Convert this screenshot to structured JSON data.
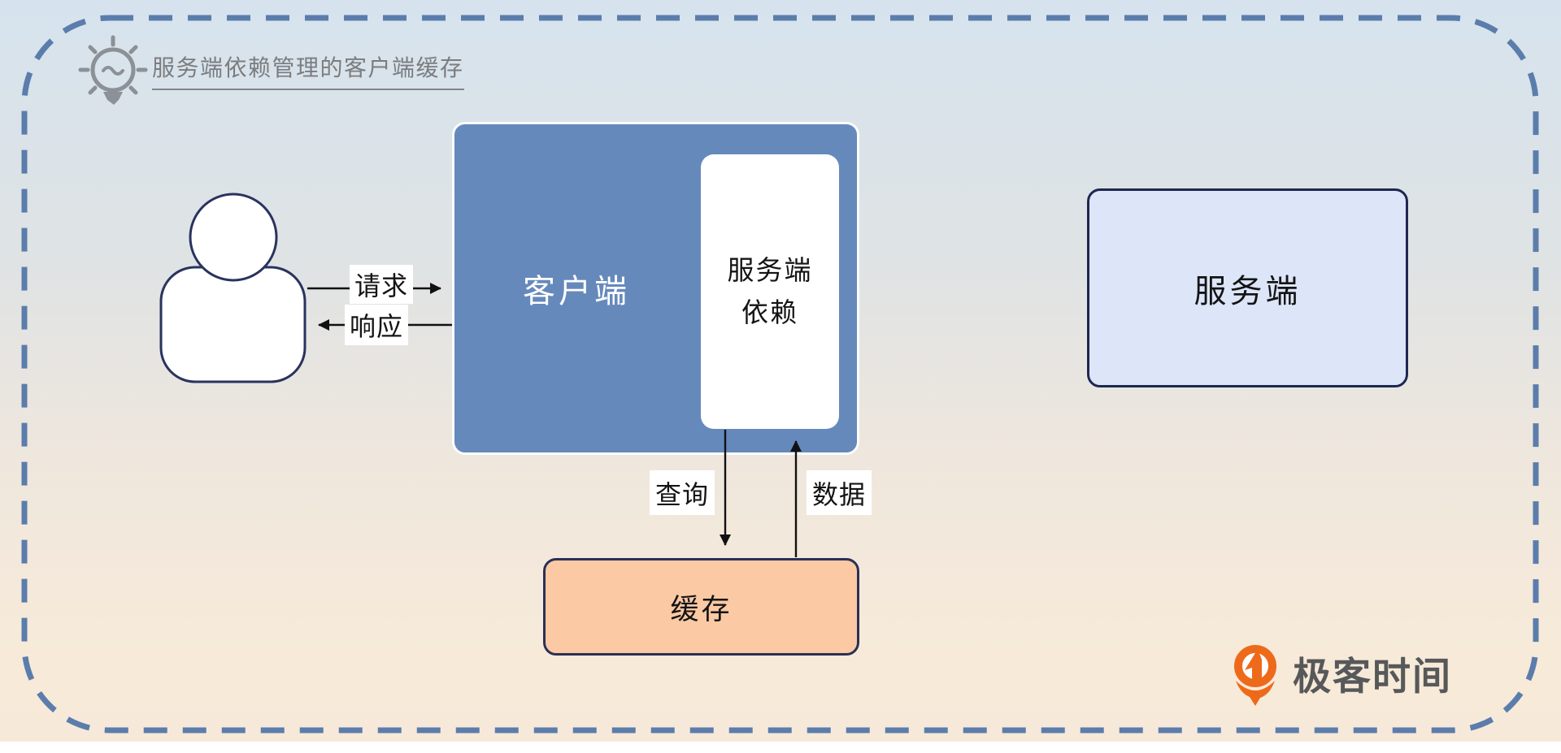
{
  "header": {
    "title": "服务端依赖管理的客户端缓存",
    "icon": "lightbulb-icon"
  },
  "nodes": {
    "client": {
      "label": "客户端",
      "fill": "#6689bc"
    },
    "server_dependency": {
      "lines": [
        "服务端",
        "依赖"
      ],
      "fill": "#ffffff"
    },
    "server": {
      "label": "服务端",
      "fill": "#dde6f8"
    },
    "cache": {
      "label": "缓存",
      "fill": "#fbc9a3"
    }
  },
  "actor": {
    "icon": "person-icon"
  },
  "edges": {
    "request": {
      "label": "请求",
      "from": "user",
      "to": "client"
    },
    "response": {
      "label": "响应",
      "from": "client",
      "to": "user"
    },
    "query": {
      "label": "查询",
      "from": "server_dependency",
      "to": "cache"
    },
    "data": {
      "label": "数据",
      "from": "cache",
      "to": "server_dependency"
    }
  },
  "logo": {
    "text": "极客时间",
    "icon": "geektime-logo-icon",
    "color": "#ee6a1b"
  },
  "colors": {
    "frame_dash": "#5b7dac",
    "client_fill": "#6689bc",
    "server_fill": "#dde6f8",
    "cache_fill": "#fbc9a3",
    "node_border": "#232c55",
    "title_gray": "#7b7d7f",
    "logo_orange": "#ee6a1b",
    "bg_top": "#d6e3ee",
    "bg_bottom": "#f7e9d9"
  }
}
